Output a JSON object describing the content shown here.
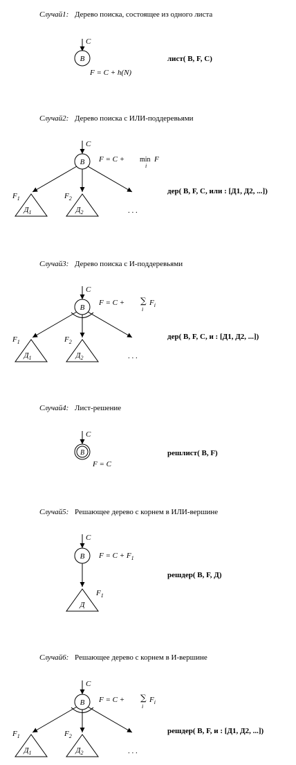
{
  "cases": [
    {
      "id": "case1",
      "title_label": "Случай1:",
      "title_text": "Дерево поиска, состоящее из одного листа",
      "node_label": "В",
      "edge_cost": "C",
      "formula": "F = C + h(N)",
      "term": "лист( В, F, C)"
    },
    {
      "id": "case2",
      "title_label": "Случай2:",
      "title_text": "Дерево поиска с ИЛИ-поддеревьями",
      "node_label": "В",
      "edge_cost": "C",
      "formula_left": "F = C +",
      "formula_op": "min",
      "formula_sub": "i",
      "formula_right": "F",
      "children": [
        {
          "f_label": "F",
          "f_sub": "1",
          "subtree": "Д",
          "subtree_sub": "1"
        },
        {
          "f_label": "F",
          "f_sub": "2",
          "subtree": "Д",
          "subtree_sub": "2"
        }
      ],
      "ellipsis": ". . .",
      "term": "дер( В, F, C, или : [Д1, Д2, ...])"
    },
    {
      "id": "case3",
      "title_label": "Случай3:",
      "title_text": "Дерево поиска с И-поддеревьями",
      "node_label": "В",
      "edge_cost": "C",
      "formula_left": "F = C +",
      "formula_op": "∑",
      "formula_sub": "i",
      "formula_right": "F",
      "formula_right_sub": "i",
      "children": [
        {
          "f_label": "F",
          "f_sub": "1",
          "subtree": "Д",
          "subtree_sub": "1"
        },
        {
          "f_label": "F",
          "f_sub": "2",
          "subtree": "Д",
          "subtree_sub": "2"
        }
      ],
      "ellipsis": ". . .",
      "term": "дер( В, F, C, и : [Д1, Д2, ...])"
    },
    {
      "id": "case4",
      "title_label": "Случай4:",
      "title_text": "Лист-решение",
      "node_label": "В",
      "edge_cost": "C",
      "formula": "F = C",
      "term": "решлист( В, F)"
    },
    {
      "id": "case5",
      "title_label": "Случай5:",
      "title_text": "Решающее дерево с корнем в ИЛИ-вершине",
      "node_label": "В",
      "edge_cost": "C",
      "formula_left": "F = C + F",
      "formula_left_sub": "1",
      "child": {
        "f_label": "F",
        "f_sub": "1",
        "subtree": "Д"
      },
      "term": "решдер( В, F, Д)"
    },
    {
      "id": "case6",
      "title_label": "Случай6:",
      "title_text": "Решающее дерево с корнем в И-вершине",
      "node_label": "В",
      "edge_cost": "C",
      "formula_left": "F = C +",
      "formula_op": "∑",
      "formula_sub": "i",
      "formula_right": "F",
      "formula_right_sub": "i",
      "children": [
        {
          "f_label": "F",
          "f_sub": "1",
          "subtree": "Д",
          "subtree_sub": "1"
        },
        {
          "f_label": "F",
          "f_sub": "2",
          "subtree": "Д",
          "subtree_sub": "2"
        }
      ],
      "ellipsis": ". . .",
      "term": "решдер( В, F, и : [Д1, Д2, ...])"
    }
  ]
}
